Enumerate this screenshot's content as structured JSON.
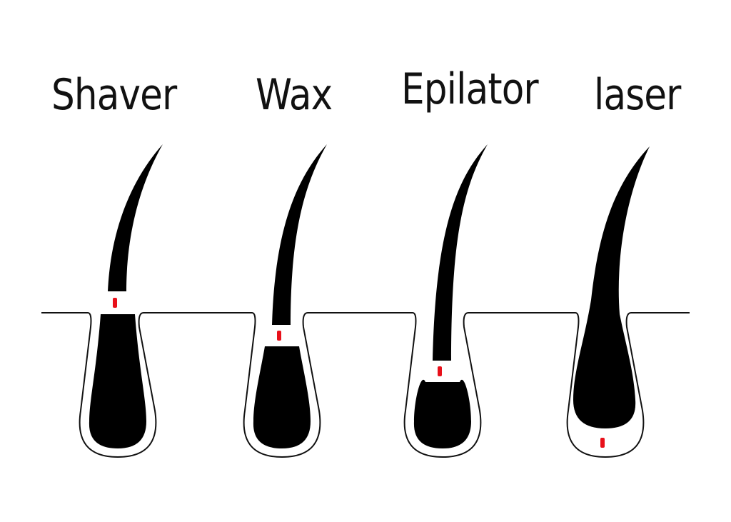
{
  "diagram": {
    "methods": [
      {
        "label": "Shaver"
      },
      {
        "label": "Wax"
      },
      {
        "label": "Epilator"
      },
      {
        "label": "laser"
      }
    ]
  },
  "colors": {
    "hair": "#000000",
    "cut_mark": "#e8101a",
    "outline": "#111111",
    "background": "#ffffff"
  }
}
